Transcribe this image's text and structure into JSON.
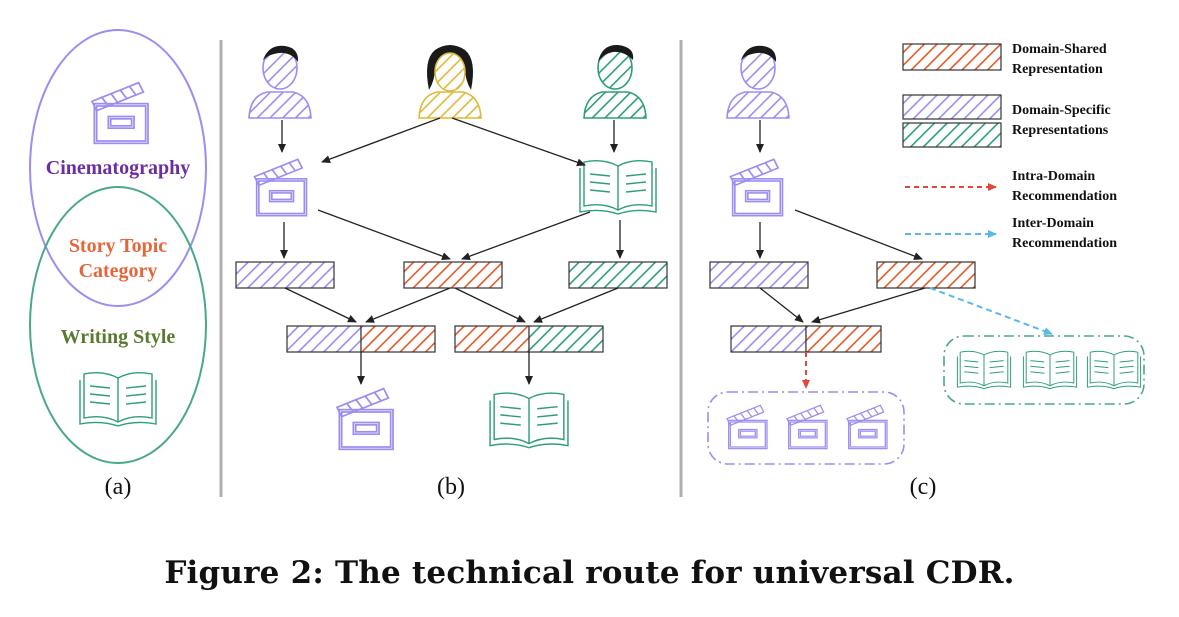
{
  "panel_a": {
    "cinematography": "Cinematography",
    "story_topic_line1": "Story Topic",
    "story_topic_line2": "Category",
    "writing_style": "Writing Style",
    "label": "(a)"
  },
  "panel_b": {
    "label": "(b)"
  },
  "panel_c": {
    "label": "(c)"
  },
  "legend": {
    "shared_line1": "Domain-Shared",
    "shared_line2": "Representation",
    "specific_line1": "Domain-Specific",
    "specific_line2": "Representations",
    "intra_line1": "Intra-Domain",
    "intra_line2": "Recommendation",
    "inter_line1": "Inter-Domain",
    "inter_line2": "Recommendation"
  },
  "caption": "Figure 2: The technical route for universal CDR.",
  "colors": {
    "purple": "#9b8ef0",
    "orange": "#e05a2b",
    "green": "#2e9e78",
    "yellow": "#e0b83a",
    "teal_ellipse": "#4aa88a",
    "cinematography_text": "#6a2fa0",
    "story_text": "#e5663a",
    "writing_text": "#5a7a2e",
    "intra_arrow": "#e0483a",
    "inter_arrow": "#5ab8e8",
    "divider": "#b0b0b0"
  },
  "icons": [
    "user-icon",
    "clapperboard-icon",
    "open-book-icon"
  ]
}
